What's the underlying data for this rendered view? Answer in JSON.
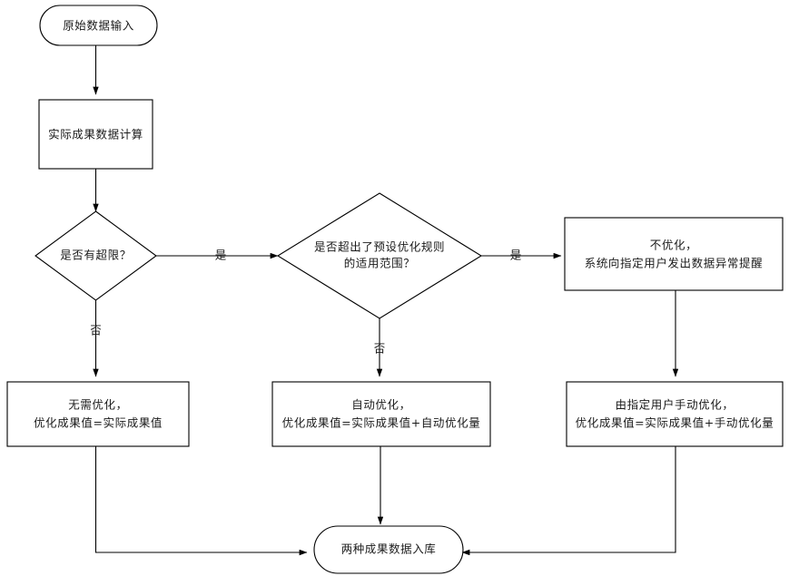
{
  "diagram": {
    "type": "flowchart",
    "title": "",
    "background_color": "#ffffff",
    "stroke_color": "#000000",
    "text_color": "#1a1a1a",
    "nodes": [
      {
        "id": "start",
        "shape": "terminator",
        "text": "原始数据输入",
        "lines": [
          "原始数据输入"
        ]
      },
      {
        "id": "calc",
        "shape": "process",
        "text": "实际成果数据计算",
        "lines": [
          "实际成果数据计算"
        ]
      },
      {
        "id": "decision1",
        "shape": "decision",
        "text": "是否有超限？",
        "lines": [
          "是否有超限？"
        ]
      },
      {
        "id": "decision2",
        "shape": "decision",
        "text": "是否超出了预设优化规则的适用范围？",
        "lines": [
          "是否超出了预设优化规则",
          "的适用范围？"
        ]
      },
      {
        "id": "no-opt",
        "shape": "process",
        "text": "不优化，系统向指定用户发出数据异常提醒",
        "lines": [
          "不优化，",
          "系统向指定用户发出数据异常提醒"
        ]
      },
      {
        "id": "no-need-opt",
        "shape": "process",
        "text": "无需优化，优化成果值=实际成果值",
        "lines": [
          "无需优化，",
          "优化成果值=实际成果值"
        ]
      },
      {
        "id": "auto-opt",
        "shape": "process",
        "text": "自动优化，优化成果值=实际成果值+自动优化量",
        "lines": [
          "自动优化，",
          "优化成果值=实际成果值+自动优化量"
        ]
      },
      {
        "id": "manual-opt",
        "shape": "process",
        "text": "由指定用户手动优化，优化成果值=实际成果值+手动优化量",
        "lines": [
          "由指定用户手动优化，",
          "优化成果值=实际成果值+手动优化量"
        ]
      },
      {
        "id": "store",
        "shape": "terminator",
        "text": "两种成果数据入库",
        "lines": [
          "两种成果数据入库"
        ]
      }
    ],
    "edges": [
      {
        "id": "e1",
        "from": "start",
        "to": "calc",
        "label": ""
      },
      {
        "id": "e2",
        "from": "calc",
        "to": "decision1",
        "label": ""
      },
      {
        "id": "e3",
        "from": "decision1",
        "to": "decision2",
        "label": "是"
      },
      {
        "id": "e4",
        "from": "decision1",
        "to": "no-need-opt",
        "label": "否"
      },
      {
        "id": "e5",
        "from": "decision2",
        "to": "no-opt",
        "label": "是"
      },
      {
        "id": "e6",
        "from": "decision2",
        "to": "auto-opt",
        "label": "否"
      },
      {
        "id": "e7",
        "from": "no-opt",
        "to": "manual-opt",
        "label": ""
      },
      {
        "id": "e8",
        "from": "no-need-opt",
        "to": "store",
        "label": ""
      },
      {
        "id": "e9",
        "from": "auto-opt",
        "to": "store",
        "label": ""
      },
      {
        "id": "e10",
        "from": "manual-opt",
        "to": "store",
        "label": ""
      }
    ]
  }
}
